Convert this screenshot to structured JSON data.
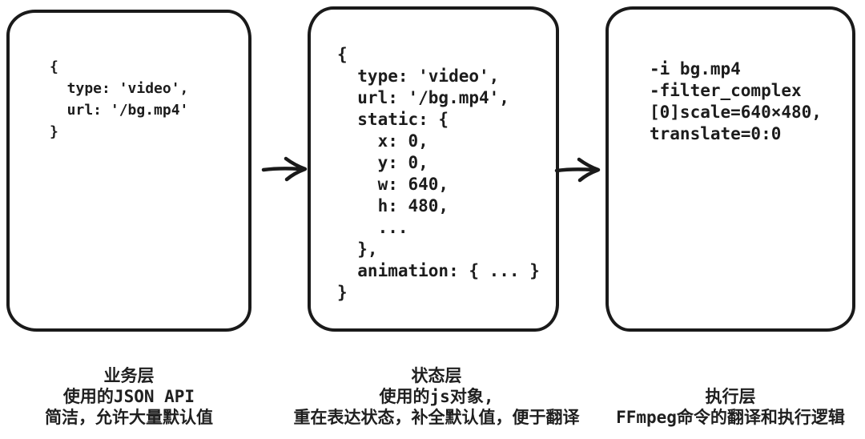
{
  "colors": {
    "ink": "#1a1a1a",
    "background": "#ffffff"
  },
  "icons": {
    "flow_arrow": "right-arrow →"
  },
  "layers": [
    {
      "id": "business",
      "code": "{\n  type: 'video',\n  url: '/bg.mp4'\n}",
      "caption_lines": [
        "业务层",
        "使用的JSON  API",
        "简洁，允许大量默认值"
      ]
    },
    {
      "id": "state",
      "code": "{\n  type: 'video',\n  url: '/bg.mp4',\n  static: {\n    x: 0,\n    y: 0,\n    w: 640,\n    h: 480,\n    ...\n  },\n  animation: { ... }\n}",
      "caption_lines": [
        "状态层",
        "使用的js对象,",
        "重在表达状态，补全默认值，便于翻译"
      ]
    },
    {
      "id": "execution",
      "code": "-i bg.mp4\n-filter_complex\n[0]scale=640×480,\ntranslate=0:0",
      "caption_lines": [
        "执行层",
        "FFmpeg命令的翻译和执行逻辑"
      ]
    }
  ]
}
